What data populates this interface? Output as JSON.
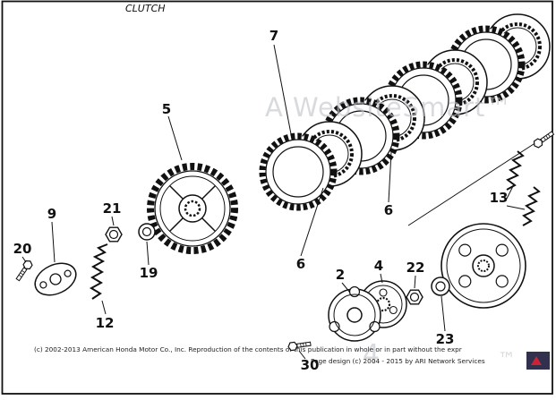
{
  "page": {
    "title": "CLUTCH"
  },
  "watermark": {
    "text": "A WebsiteSmart™",
    "fragments": [
      "4",
      "™"
    ],
    "color": "#bfc3c7"
  },
  "footer": {
    "line1": "(c) 2002-2013 American Honda Motor Co., Inc. Reproduction of the contents of this publication in whole or in part without the expr",
    "line2": "Page design (c) 2004 - 2015 by ARI Network Services"
  },
  "colors": {
    "diagram_line": "#111111",
    "background": "#ffffff",
    "watermark": "#bfc3c7",
    "ari_badge": "#31314f",
    "ari_badge_accent": "#cc2233"
  },
  "diagram": {
    "name": "Clutch assembly exploded parts diagram",
    "callouts": {
      "c2": "2",
      "c4": "4",
      "c5": "5",
      "c6": "6",
      "c7": "7",
      "c9": "9",
      "c12": "12",
      "c13": "13",
      "c19": "19",
      "c20": "20",
      "c21": "21",
      "c22": "22",
      "c23": "23",
      "c30": "30"
    }
  }
}
